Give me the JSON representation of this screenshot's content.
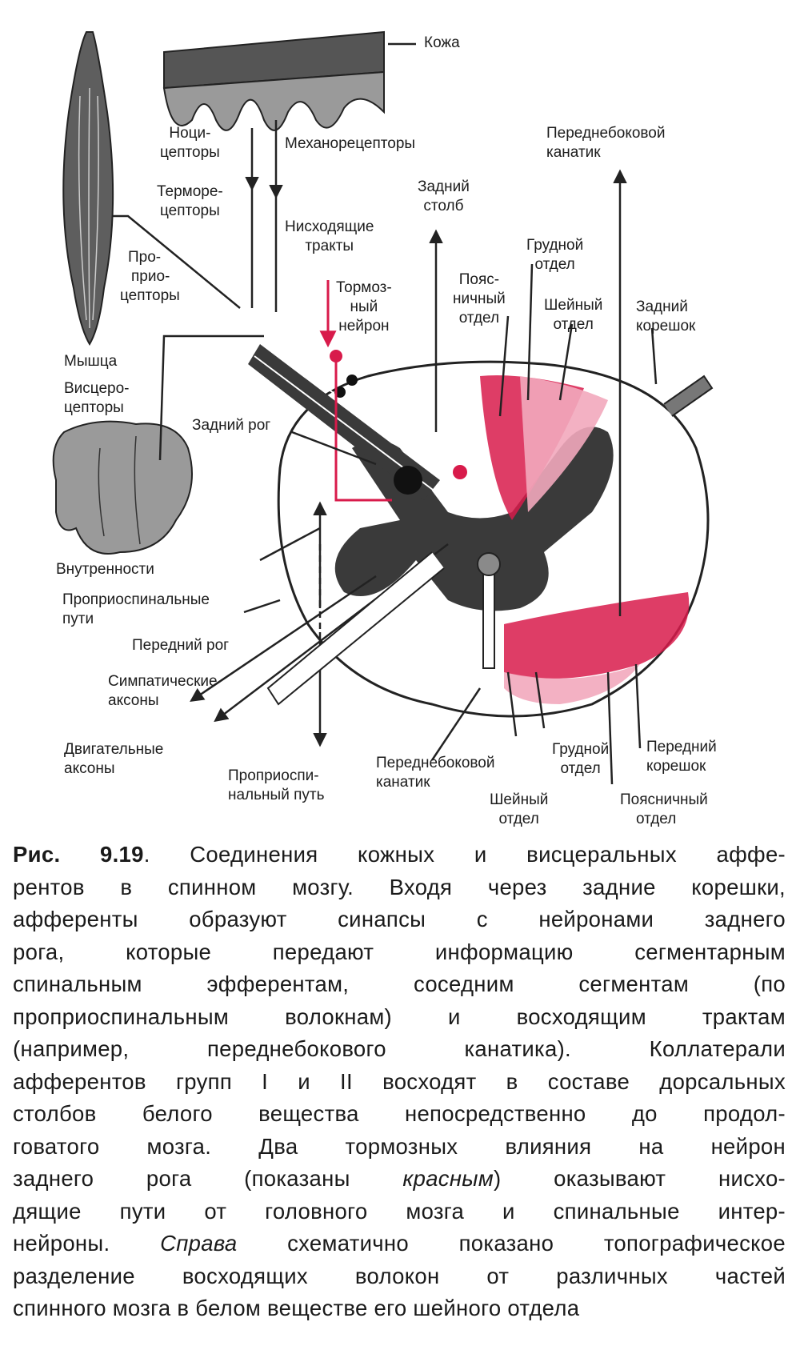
{
  "labels": {
    "skin": "Кожа",
    "nociceptors": [
      "Ноци-",
      "цепторы"
    ],
    "mechanoreceptors": "Механорецепторы",
    "thermoreceptors": [
      "Терморе-",
      "цепторы"
    ],
    "descending_tracts": [
      "Нисходящие",
      "тракты"
    ],
    "proprioceptors": [
      "Про-",
      "прио-",
      "цепторы"
    ],
    "muscle": "Мышца",
    "visceroceptors": [
      "Висцеро-",
      "цепторы"
    ],
    "inhibitory_neuron": [
      "Тормоз-",
      "ный",
      "нейрон"
    ],
    "dorsal_column": [
      "Задний",
      "столб"
    ],
    "anterolateral_tract_top": [
      "Переднебоковой",
      "канатик"
    ],
    "thoracic_top": [
      "Грудной",
      "отдел"
    ],
    "lumbar_top": [
      "Пояс-",
      "ничный",
      "отдел"
    ],
    "cervical_top": [
      "Шейный",
      "отдел"
    ],
    "dorsal_root": [
      "Задний",
      "корешок"
    ],
    "dorsal_horn": "Задний рог",
    "viscera": "Внутренности",
    "propriospinal_paths": [
      "Проприоспинальные",
      "пути"
    ],
    "ventral_horn": "Передний рог",
    "sympathetic_axons": [
      "Симпатические",
      "аксоны"
    ],
    "motor_axons": [
      "Двигательные",
      "аксоны"
    ],
    "propriospinal_path": [
      "Проприоспи-",
      "нальный путь"
    ],
    "anterolateral_tract_bottom": [
      "Переднебоковой",
      "канатик"
    ],
    "cervical_bottom": [
      "Шейный",
      "отдел"
    ],
    "thoracic_bottom": [
      "Грудной",
      "отдел"
    ],
    "ventral_root": [
      "Передний",
      "корешок"
    ],
    "lumbar_bottom": [
      "Поясничный",
      "отдел"
    ]
  },
  "colors": {
    "accent": "#d81b4b",
    "accent_light": "#f2a8bd",
    "gray_matter": "#3a3a3a",
    "skin": "#8a8a8a"
  },
  "caption": {
    "number": "Рис. 9.19",
    "lines": [
      ". Соединения кожных и висцеральных аффе-",
      "рентов в спинном мозгу. Входя через задние корешки,",
      "афференты образуют синапсы с нейронами заднего",
      "рога, которые передают информацию сегментарным",
      "спинальным эфферентам, соседним сегментам (по",
      "проприоспинальным волокнам) и восходящим трактам",
      "(например, переднебокового канатика). Коллатерали",
      "афферентов групп I и II восходят в составе дорсальных",
      "столбов белого вещества непосредственно до продол-",
      "говатого мозга. Два тормозных влияния на нейрон",
      "заднего рога (показаны ",
      "нейроны. ",
      "разделение восходящих волокон от различных частей",
      "спинного мозга в белом веществе его шейного отдела"
    ],
    "italic_red": "красным",
    "line11_tail": ") оказывают нисхо-",
    "line12": "дящие пути от головного мозга и спинальные интер-",
    "italic_right": "Справа",
    "line13_tail": " схематично показано топографическое"
  }
}
